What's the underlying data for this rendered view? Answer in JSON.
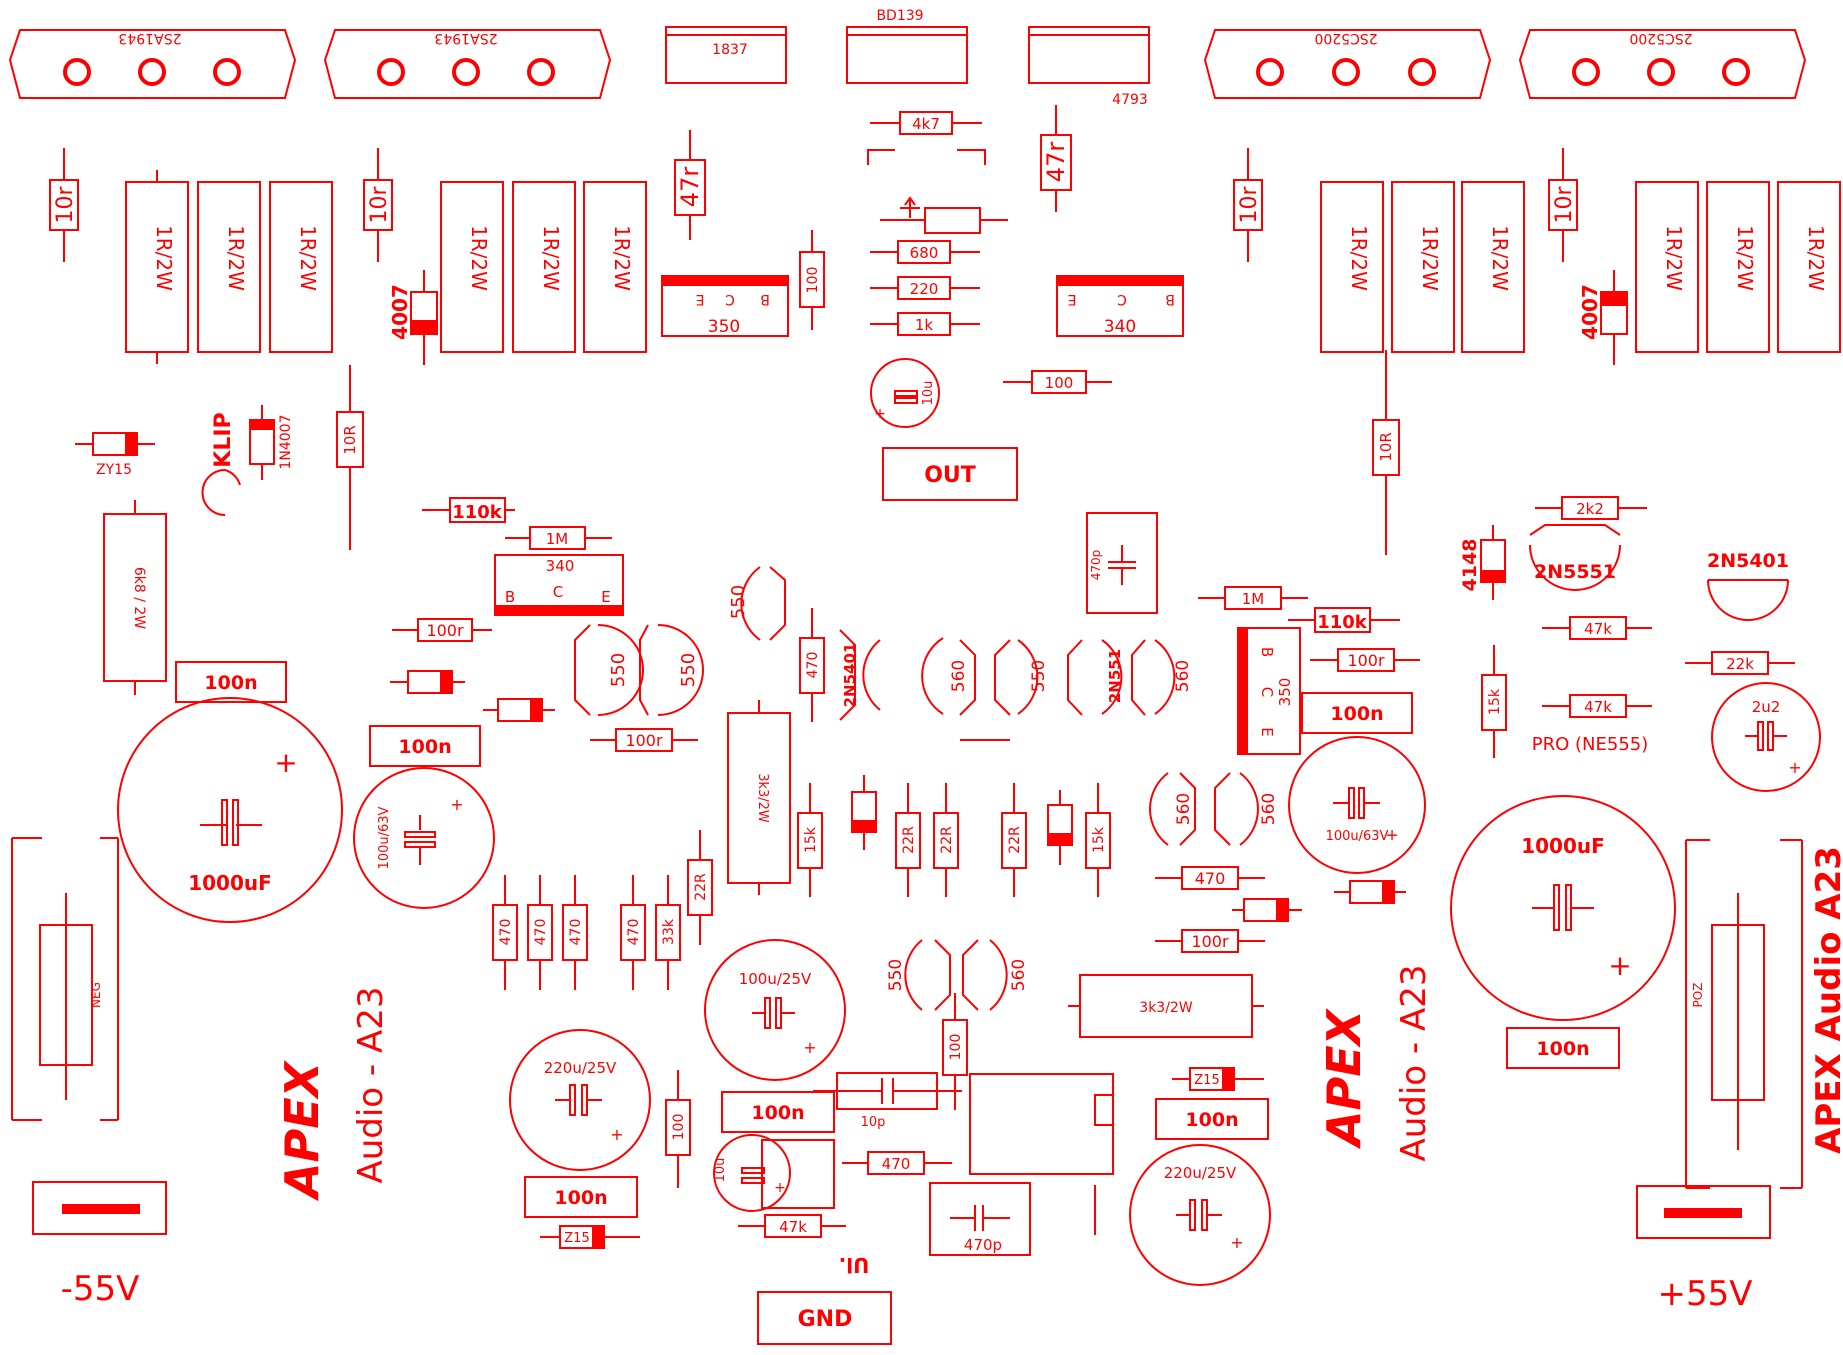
{
  "board": {
    "color": "#ff0000",
    "transistors_top": {
      "left_1": "2SA1943",
      "left_2": "2SA1943",
      "right_1": "2SC5200",
      "right_2": "2SC5200",
      "driver_1837": "1837",
      "driver_bd139": "BD139",
      "driver_4793": "4793"
    },
    "resistors": {
      "r_10r": "10r",
      "r_1r2w": "1R/2W",
      "r_47r": "47r",
      "r_4k7": "4k7",
      "r_680": "680",
      "r_220": "220",
      "r_1k": "1k",
      "r_100": "100",
      "r_10R": "10R",
      "r_110k": "110k",
      "r_1M": "1M",
      "r_100r": "100r",
      "r_6k8": "6k8 / 2W",
      "r_470": "470",
      "r_15k": "15k",
      "r_22R": "22R",
      "r_3k3": "3k3/2W",
      "r_33k": "33k",
      "r_2k2": "2k2",
      "r_47k": "47k",
      "r_22k": "22k"
    },
    "heatsinks": {
      "hs_350_top": "350",
      "hs_340_top": "340",
      "hs_340_mid": "340",
      "hs_350_mid": "350",
      "pin_b": "B",
      "pin_c": "C",
      "pin_e": "E"
    },
    "capacitors": {
      "c_100n": "100n",
      "c_1000uF": "1000uF",
      "c_100u63v": "100u/63V",
      "c_100u25v": "100u/25V",
      "c_220u25v": "220u/25V",
      "c_10u": "10u",
      "c_470p": "470p",
      "c_10p": "10p",
      "c_2u2": "2u2"
    },
    "semis": {
      "d_4007": "4007",
      "d_1n4007": "1N4007",
      "d_zy15": "ZY15",
      "d_z15": "Z15",
      "d_4148": "4148",
      "t_550": "550",
      "t_560": "560",
      "t_2n5401": "2N5401",
      "t_2n551": "2N551",
      "t_2n5551": "2N5551",
      "klip": "KLIP",
      "pro": "PRO (NE555)"
    },
    "pads": {
      "out": "OUT",
      "gnd": "GND",
      "ui": "Ul.",
      "neg": "NEG",
      "poz": "POZ",
      "v_neg": "-55V",
      "v_pos": "+55V"
    },
    "branding": {
      "logo": "APEX",
      "model": "Audio - A23",
      "edge": "APEX Audio A23"
    }
  }
}
